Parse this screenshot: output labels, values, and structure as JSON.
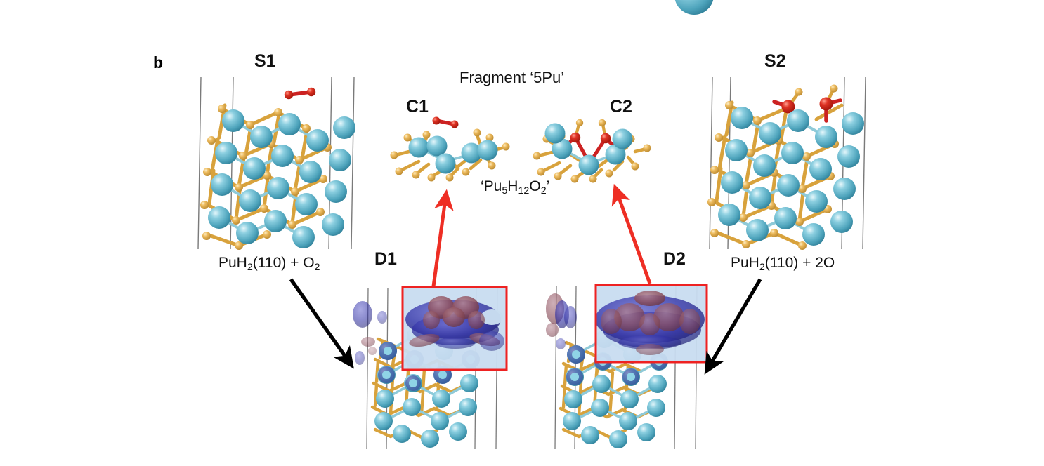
{
  "figure": {
    "panel_letter": "b",
    "background_color": "#ffffff"
  },
  "labels": {
    "s1": "S1",
    "s2": "S2",
    "c1": "C1",
    "c2": "C2",
    "d1": "D1",
    "d2": "D2",
    "fragment_title": "Fragment ‘5Pu’",
    "fragment_formula_open": "‘Pu",
    "fragment_formula_sub1": "5",
    "fragment_formula_h": "H",
    "fragment_formula_sub2": "12",
    "fragment_formula_o": "O",
    "fragment_formula_sub3": "2",
    "fragment_formula_close": "’",
    "left_system_pre": "PuH",
    "left_system_sub": "2",
    "left_system_mid": "(110) + O",
    "left_system_sub2": "2",
    "right_system_pre": "PuH",
    "right_system_sub": "2",
    "right_system_mid": "(110) + 2O"
  },
  "colors": {
    "plutonium_atom": "#5bafc4",
    "plutonium_highlight": "#bfe6ef",
    "hydrogen_atom": "#e0a94a",
    "oxygen_atom": "#cc2222",
    "hydrogen_bond": "#d8a23c",
    "pu_bond": "#8fcad8",
    "cell_line": "#7a7a7a",
    "red_box": "#ee2222",
    "red_arrow": "#ee2e24",
    "black_arrow": "#000000",
    "isosurface_blue": "#3333aa",
    "isosurface_red": "#8d4f5c",
    "highlight_panel_bg": "#c8dcf0"
  },
  "structures": {
    "s1": {
      "name": "S1",
      "caption": "PuH2(110) + O2",
      "description": "PuH2(110) slab with molecular O2 adsorbed above surface",
      "has_o2_molecule": true
    },
    "s2": {
      "name": "S2",
      "caption": "PuH2(110) + 2O",
      "description": "PuH2(110) slab with two dissociated O atoms on surface",
      "has_o2_molecule": false
    },
    "c1": {
      "name": "C1",
      "description": "Pu5H12O2 cluster fragment with intact O2 molecule above"
    },
    "c2": {
      "name": "C2",
      "description": "Pu5H12O2 cluster fragment with two O atoms bonded to surface Pu"
    },
    "d1": {
      "name": "D1",
      "description": "Charge density difference isosurface for S1, highlighted region boxed in red"
    },
    "d2": {
      "name": "D2",
      "description": "Charge density difference isosurface for S2, highlighted region boxed in red"
    }
  },
  "chart_data": {
    "type": "diagram",
    "title": "Fragment ‘5Pu’",
    "nodes": [
      {
        "id": "S1",
        "label": "S1",
        "caption": "PuH2(110) + O2",
        "role": "slab-structure"
      },
      {
        "id": "S2",
        "label": "S2",
        "caption": "PuH2(110) + 2O",
        "role": "slab-structure"
      },
      {
        "id": "C1",
        "label": "C1",
        "caption": "Pu5H12O2",
        "role": "cluster-fragment"
      },
      {
        "id": "C2",
        "label": "C2",
        "caption": "Pu5H12O2",
        "role": "cluster-fragment"
      },
      {
        "id": "D1",
        "label": "D1",
        "caption": "",
        "role": "charge-density-difference"
      },
      {
        "id": "D2",
        "label": "D2",
        "caption": "",
        "role": "charge-density-difference"
      }
    ],
    "edges": [
      {
        "from": "S1",
        "to": "D1",
        "color": "#000000",
        "style": "solid-arrow"
      },
      {
        "from": "D1",
        "to": "C1",
        "color": "#ee2e24",
        "style": "solid-arrow"
      },
      {
        "from": "S2",
        "to": "D2",
        "color": "#000000",
        "style": "solid-arrow"
      },
      {
        "from": "D2",
        "to": "C2",
        "color": "#ee2e24",
        "style": "solid-arrow"
      }
    ]
  }
}
